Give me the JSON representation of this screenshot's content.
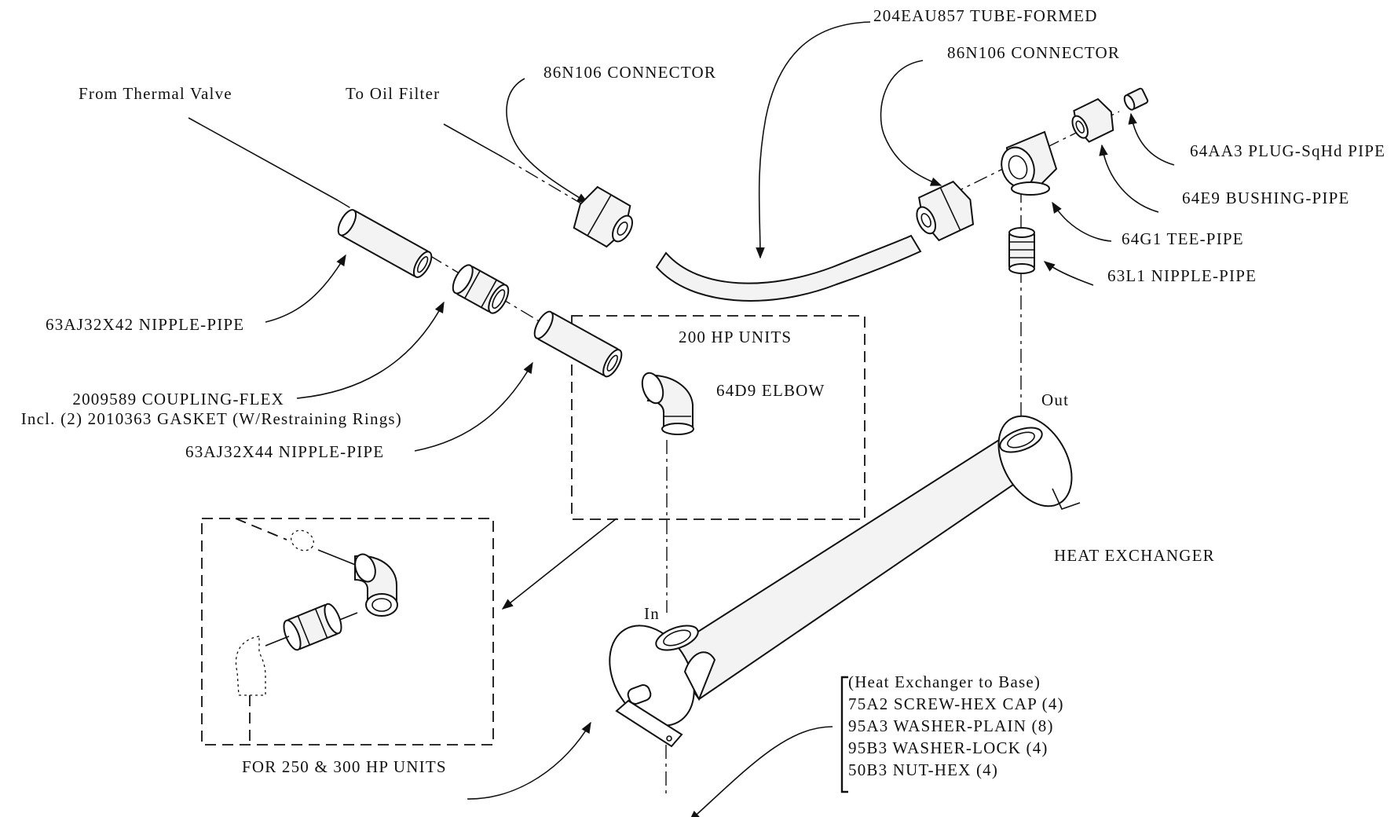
{
  "labels": {
    "tube_formed": "204EAU857 TUBE-FORMED",
    "connector_left": "86N106 CONNECTOR",
    "connector_right": "86N106 CONNECTOR",
    "from_thermal_valve": "From Thermal Valve",
    "to_oil_filter": "To Oil Filter",
    "plug": "64AA3 PLUG-SqHd PIPE",
    "bushing": "64E9 BUSHING-PIPE",
    "tee": "64G1 TEE-PIPE",
    "nipple_small": "63L1 NIPPLE-PIPE",
    "nipple_42": "63AJ32X42 NIPPLE-PIPE",
    "coupling_line1": "2009589 COUPLING-FLEX",
    "coupling_line2": "Incl. (2) 2010363 GASKET (W/Restraining Rings)",
    "nipple_44": "63AJ32X44 NIPPLE-PIPE",
    "units_200": "200 HP UNITS",
    "elbow": "64D9 ELBOW",
    "out": "Out",
    "in": "In",
    "heat_exchanger": "HEAT EXCHANGER",
    "units_250_300": "FOR 250 & 300 HP UNITS"
  },
  "hardware_list": [
    "(Heat Exchanger to Base)",
    "75A2 SCREW-HEX CAP (4)",
    "95A3 WASHER-PLAIN (8)",
    "95B3 WASHER-LOCK (4)",
    "50B3 NUT-HEX (4)"
  ]
}
